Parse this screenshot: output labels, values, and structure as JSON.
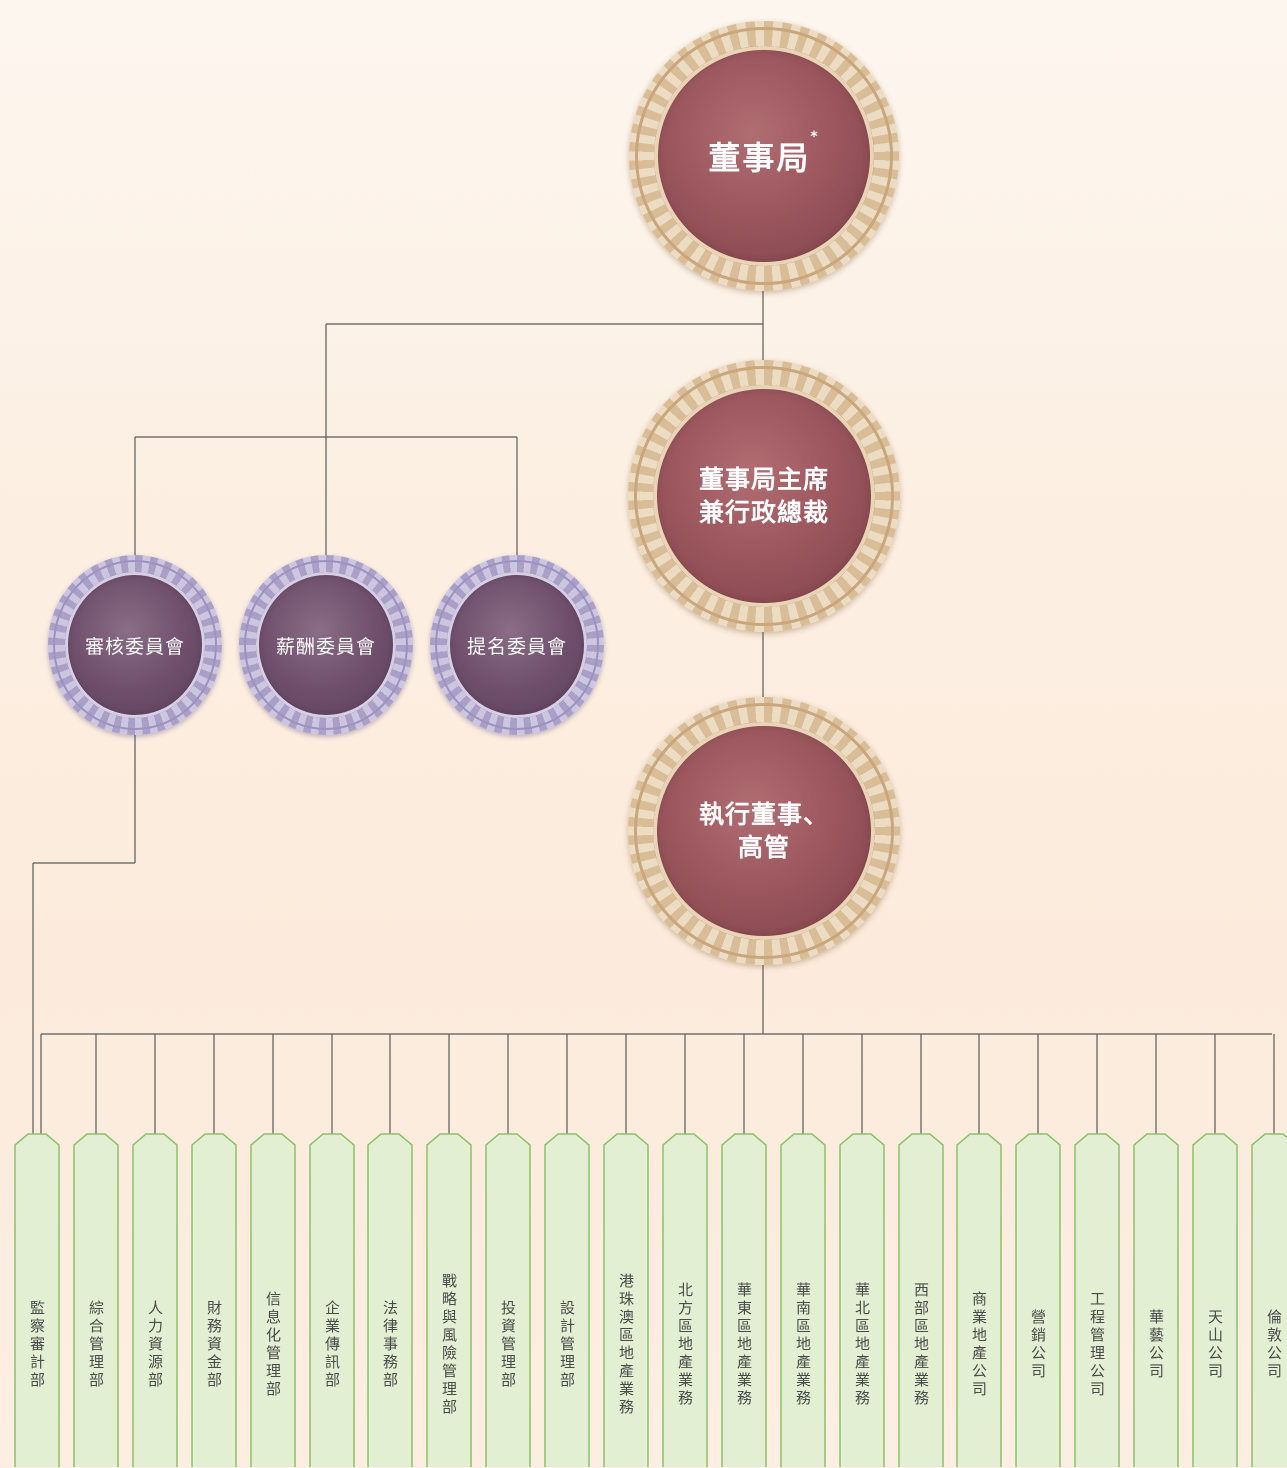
{
  "board": {
    "title": "董事局",
    "mark": "*"
  },
  "chairman": {
    "line1": "董事局主席",
    "line2": "兼行政總裁"
  },
  "executives": {
    "line1": "執行董事、",
    "line2": "高管"
  },
  "committees": [
    {
      "label": "審核委員會"
    },
    {
      "label": "薪酬委員會"
    },
    {
      "label": "提名委員會"
    }
  ],
  "departments": [
    "監察審計部",
    "綜合管理部",
    "人力資源部",
    "財務資金部",
    "信息化管理部",
    "企業傳訊部",
    "法律事務部",
    "戰略與風險管理部",
    "投資管理部",
    "設計管理部",
    "港珠澳區地產業務",
    "北方區地產業務",
    "華東區地產業務",
    "華南區地產業務",
    "華北區地產業務",
    "西部區地產業務",
    "商業地產公司",
    "營銷公司",
    "工程管理公司",
    "華藝公司",
    "天山公司",
    "倫敦公司"
  ]
}
